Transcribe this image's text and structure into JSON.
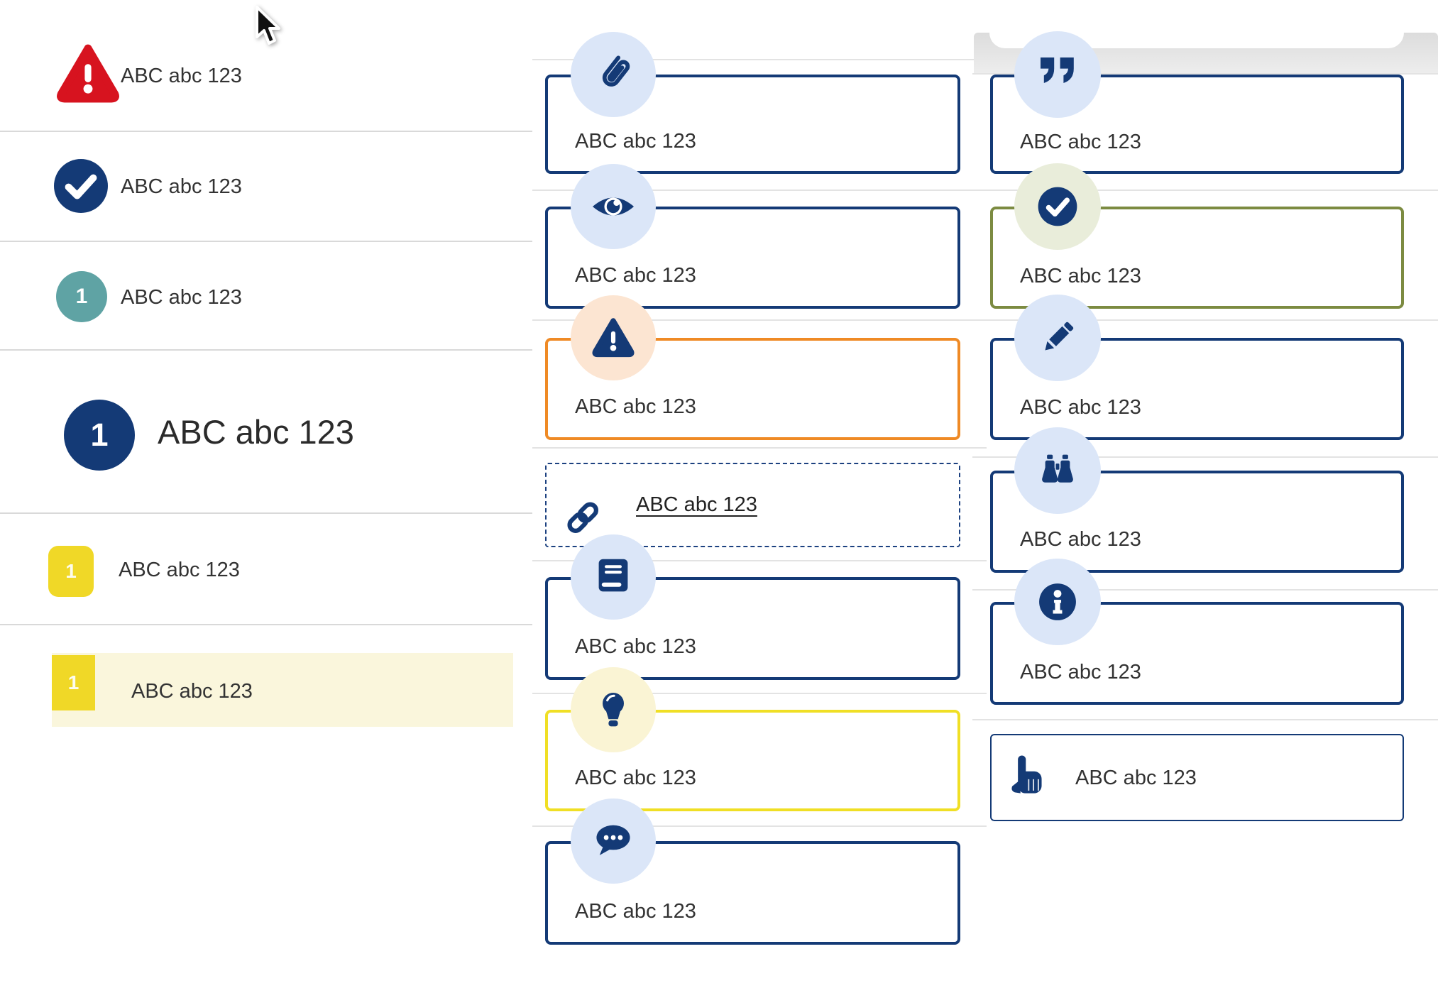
{
  "colors": {
    "navy": "#143a76",
    "light_blue_circle": "#dbe6f8",
    "red": "#d7131f",
    "teal": "#5fa3a4",
    "orange": "#ef8a25",
    "peach_circle": "#fce5d2",
    "yellow": "#f0d827",
    "pale_yellow_circle": "#faf4d4",
    "highlight_row": "#faf6dc",
    "olive": "#7c8b41",
    "sage_circle": "#e9edda",
    "divider": "#d9d9d9",
    "text": "#333333"
  },
  "left_list": {
    "items": [
      {
        "icon": "warning-triangle-icon",
        "label": "ABC abc 123",
        "variant": "red-warning"
      },
      {
        "icon": "check-circle-icon",
        "label": "ABC abc 123",
        "variant": "navy-check"
      },
      {
        "icon": "number-badge",
        "badge": "1",
        "label": "ABC abc 123",
        "variant": "teal-circle"
      },
      {
        "icon": "number-badge",
        "badge": "1",
        "label": "ABC abc 123",
        "variant": "navy-circle-large"
      },
      {
        "icon": "number-badge",
        "badge": "1",
        "label": "ABC abc 123",
        "variant": "yellow-square"
      },
      {
        "icon": "number-badge",
        "badge": "1",
        "label": "ABC abc 123",
        "variant": "yellow-square-highlighted"
      }
    ]
  },
  "middle_callouts": [
    {
      "icon": "paperclip-icon",
      "label": "ABC abc 123",
      "style": "navy"
    },
    {
      "icon": "eye-icon",
      "label": "ABC abc 123",
      "style": "navy"
    },
    {
      "icon": "warning-triangle-icon",
      "label": "ABC abc 123",
      "style": "orange"
    },
    {
      "icon": "link-icon",
      "label": "ABC abc 123",
      "style": "dashed-link"
    },
    {
      "icon": "book-icon",
      "label": "ABC abc 123",
      "style": "navy"
    },
    {
      "icon": "lightbulb-icon",
      "label": "ABC abc 123",
      "style": "yellow"
    },
    {
      "icon": "chat-icon",
      "label": "ABC abc 123",
      "style": "navy"
    }
  ],
  "right_callouts": [
    {
      "icon": "quote-icon",
      "label": "ABC abc 123",
      "style": "navy"
    },
    {
      "icon": "check-circle-icon",
      "label": "ABC abc 123",
      "style": "olive"
    },
    {
      "icon": "pencil-icon",
      "label": "ABC abc 123",
      "style": "navy"
    },
    {
      "icon": "binoculars-icon",
      "label": "ABC abc 123",
      "style": "navy"
    },
    {
      "icon": "info-icon",
      "label": "ABC abc 123",
      "style": "navy"
    },
    {
      "icon": "hand-pointer-icon",
      "label": "ABC abc 123",
      "style": "navy-inline"
    }
  ]
}
